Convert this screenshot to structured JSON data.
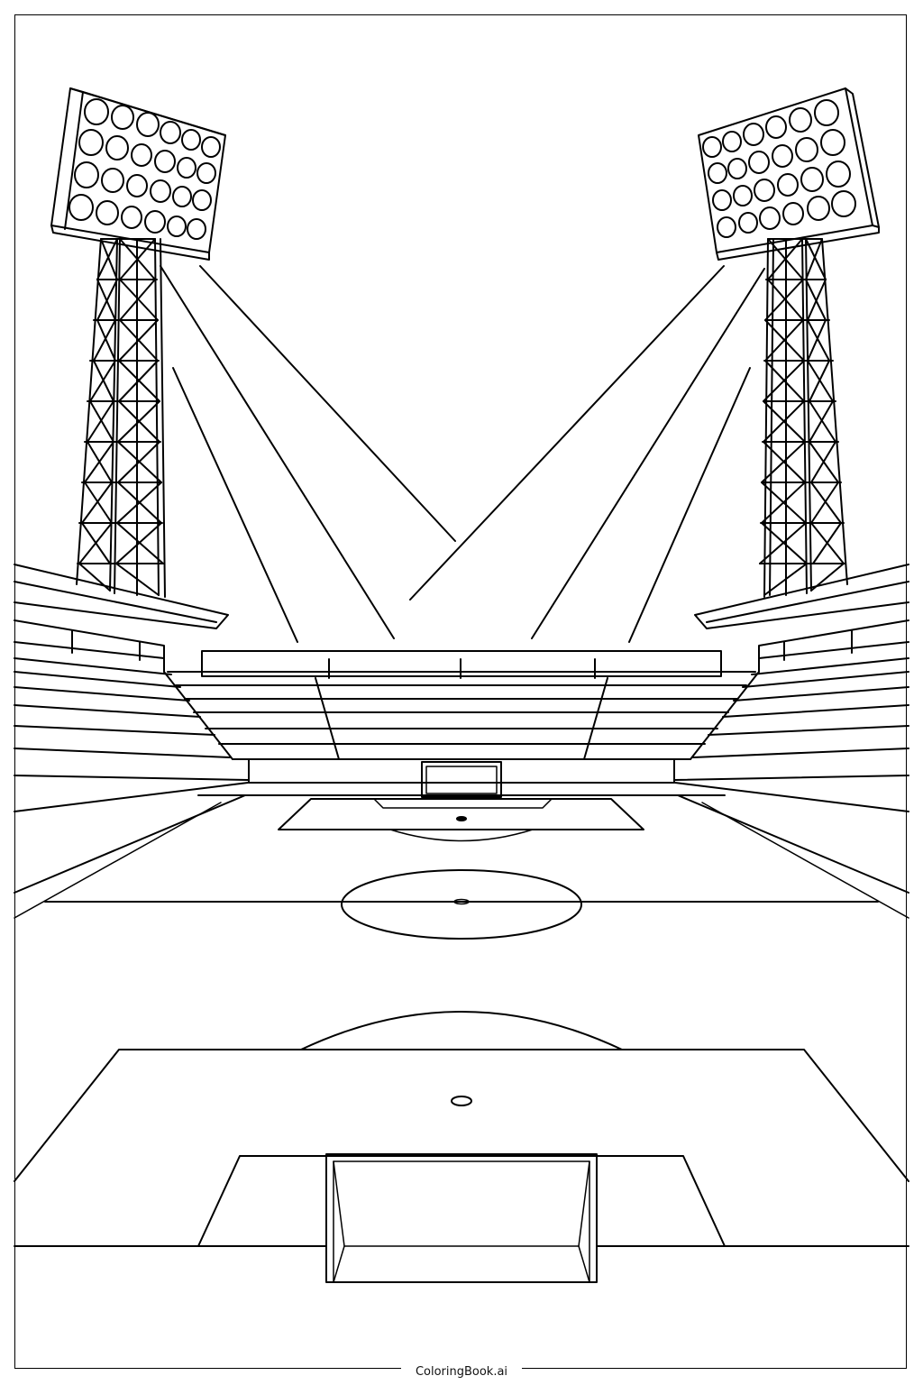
{
  "illustration": {
    "subject": "coloring-page-soccer-stadium-at-night",
    "style": "black-outline-line-art",
    "line_color": "#000000",
    "background_color": "#ffffff",
    "elements": [
      "left-floodlight-tower",
      "right-floodlight-tower",
      "light-beams",
      "grandstand",
      "soccer-field",
      "goal"
    ]
  },
  "footer": {
    "credit": "ColoringBook.ai"
  }
}
